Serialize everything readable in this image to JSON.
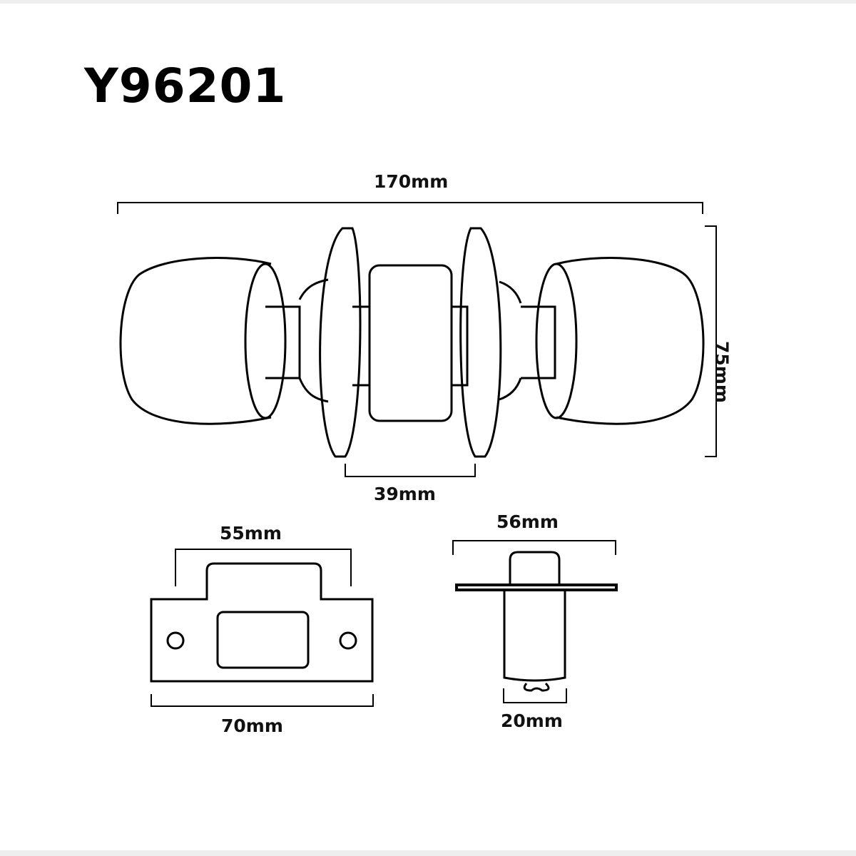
{
  "title": "Y96201",
  "dimensions": {
    "overall_length": "170mm",
    "rose_diameter": "75mm",
    "door_thickness": "39mm",
    "strike_opening": "55mm",
    "strike_length": "70mm",
    "latch_faceplate": "56mm",
    "latch_bolt": "20mm"
  }
}
